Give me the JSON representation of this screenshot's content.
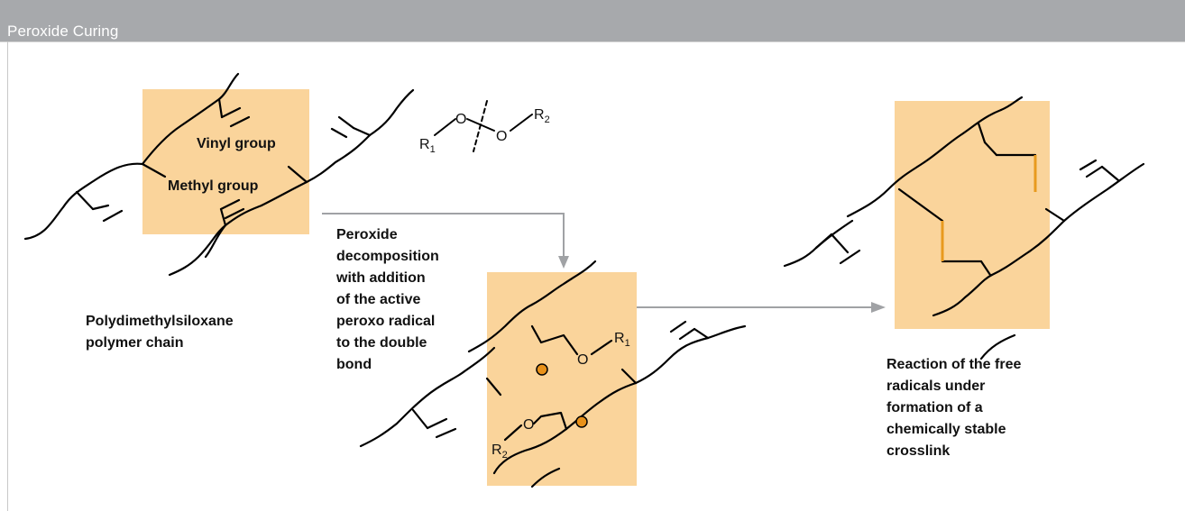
{
  "header": {
    "title": "Peroxide Curing"
  },
  "colors": {
    "header_bg": "#a7a9ac",
    "box_fill": "#fad49b",
    "arrow": "#a0a2a5",
    "crosslink": "#e89a1e",
    "radical_dot": "#e8911a"
  },
  "labels": {
    "vinyl_group": "Vinyl group",
    "methyl_group": "Methyl group",
    "pdms": [
      "Polydimethylsiloxane",
      "polymer chain"
    ],
    "decomposition": [
      "Peroxide",
      "decomposition",
      "with addition",
      "of the active",
      "peroxo radical",
      "to the double",
      "bond"
    ],
    "reaction": [
      "Reaction of the free",
      "radicals under",
      "formation of a",
      "chemically stable",
      "crosslink"
    ]
  },
  "chem": {
    "R": "R",
    "O": "O",
    "sub1": "1",
    "sub2": "2"
  }
}
